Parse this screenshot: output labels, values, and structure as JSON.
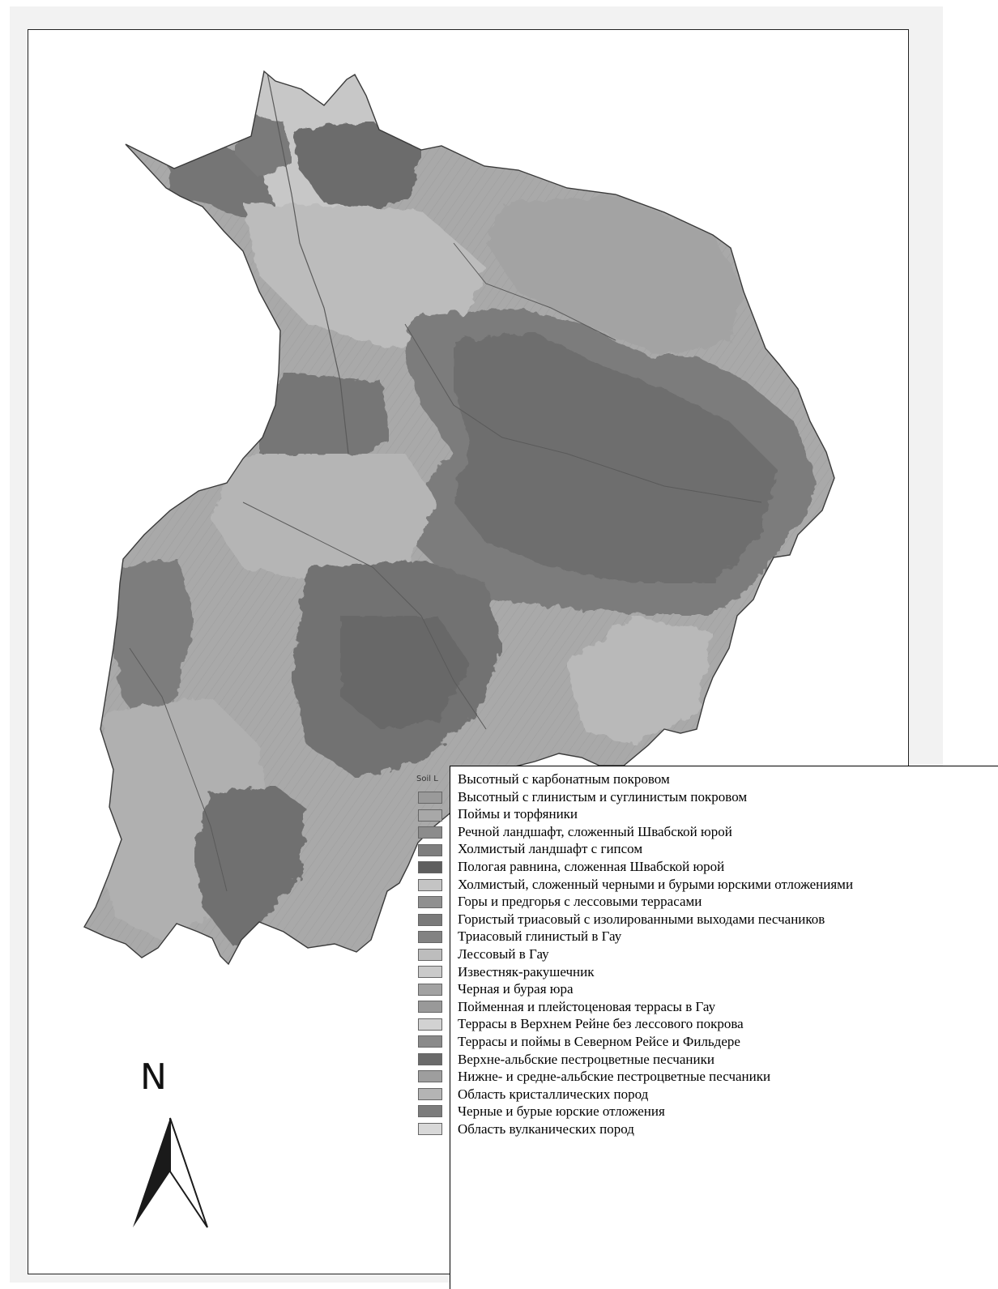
{
  "map": {
    "legend_title": "Soil L",
    "north_label": "N",
    "legend_items": [
      {
        "label": "Высотный с карбонатным покровом",
        "color": "#9a9a9a"
      },
      {
        "label": "Высотный с глинистым и суглинистым покровом",
        "color": "#a8a8a8"
      },
      {
        "label": "Поймы и торфяники",
        "color": "#8c8c8c"
      },
      {
        "label": "Речной ландшафт, сложенный Швабской юрой",
        "color": "#7e7e7e"
      },
      {
        "label": "Холмистый ландшафт с гипсом",
        "color": "#5e5e5e"
      },
      {
        "label": "Пологая равнина, сложенная Швабской юрой",
        "color": "#c4c4c4"
      },
      {
        "label": "Холмистый, сложенный черными и бурыми юрскими отложениями",
        "color": "#909090"
      },
      {
        "label": "Горы и предгорья с лессовыми террасами",
        "color": "#7a7a7a"
      },
      {
        "label": "Гористый триасовый с изолированными выходами песчаников",
        "color": "#828282"
      },
      {
        "label": "Триасовый глинистый в Гау",
        "color": "#bdbdbd"
      },
      {
        "label": "Лессовый в Гау",
        "color": "#cacaca"
      },
      {
        "label": "Известняк-ракушечник",
        "color": "#a2a2a2"
      },
      {
        "label": "Черная и бурая юра",
        "color": "#999999"
      },
      {
        "label": "Пойменная и плейстоценовая террасы в Гау",
        "color": "#d2d2d2"
      },
      {
        "label": "Террасы в Верхнем Рейне без лессового покрова",
        "color": "#8a8a8a"
      },
      {
        "label": "Террасы и поймы в Северном Рейсе и Фильдере",
        "color": "#6a6a6a"
      },
      {
        "label": "Верхне-альбские пестроцветные песчаники",
        "color": "#9e9e9e"
      },
      {
        "label": "Нижне- и средне-альбские пестроцветные песчаники",
        "color": "#b4b4b4"
      },
      {
        "label": "Область кристаллических пород",
        "color": "#7c7c7c"
      },
      {
        "label": "Черные и бурые юрские отложения",
        "color": "#d8d8d8"
      },
      {
        "label": "Область вулканических пород",
        "color": "#5a5a5a"
      }
    ],
    "colors": {
      "region_light": "#b8b8b8",
      "region_mid": "#999999",
      "region_dark": "#707070",
      "region_darkest": "#555555",
      "frame": "#222222"
    }
  }
}
